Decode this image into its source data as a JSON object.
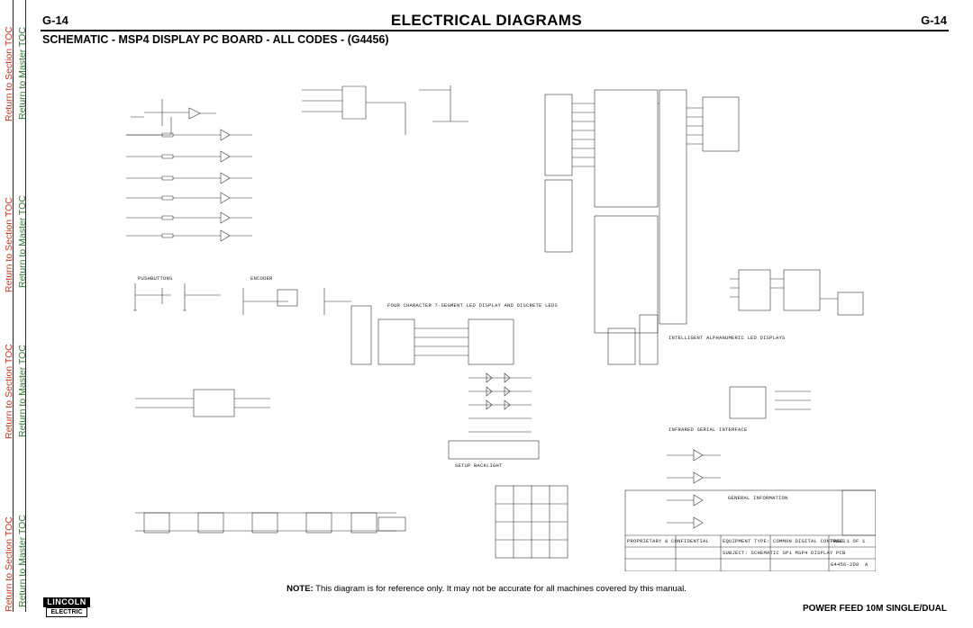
{
  "nav": {
    "section_toc": "Return to Section TOC",
    "master_toc": "Return to Master TOC"
  },
  "header": {
    "page_code": "G-14",
    "title": "ELECTRICAL  DIAGRAMS",
    "subtitle": "SCHEMATIC - MSP4 DISPLAY PC BOARD - ALL CODES - (G4456)"
  },
  "schematic": {
    "section_labels": {
      "pushbuttons": "PUSHBUTTONS",
      "encoder": "ENCODER",
      "led_display": "FOUR CHARACTER 7-SEGMENT LED DISPLAY AND DISCRETE LEDS",
      "alpha_displays": "INTELLIGENT ALPHANUMERIC LED DISPLAYS",
      "infrared": "INFRARED SERIAL INTERFACE",
      "backlight": "SETUP BACKLIGHT",
      "proprietary": "PROPRIETARY & CONFIDENTIAL",
      "equipment_type": "EQUIPMENT TYPE: COMMON DIGITAL CONTROLS",
      "subject": "SUBJECT: SCHEMATIC  SP1 MSP4 DISPLAY PCB",
      "page": "PAGE 1 OF 1",
      "general_info": "GENERAL INFORMATION",
      "doc_number": "G4456-2D0",
      "revision": "A"
    }
  },
  "footer": {
    "note_label": "NOTE:",
    "note_text": "This diagram is for reference only. It may not be accurate for all machines covered by this manual.",
    "logo_top": "LINCOLN",
    "logo_bottom": "ELECTRIC",
    "product": "POWER FEED 10M  SINGLE/DUAL"
  },
  "colors": {
    "section_toc": "#c0392b",
    "master_toc": "#2e7d32"
  }
}
